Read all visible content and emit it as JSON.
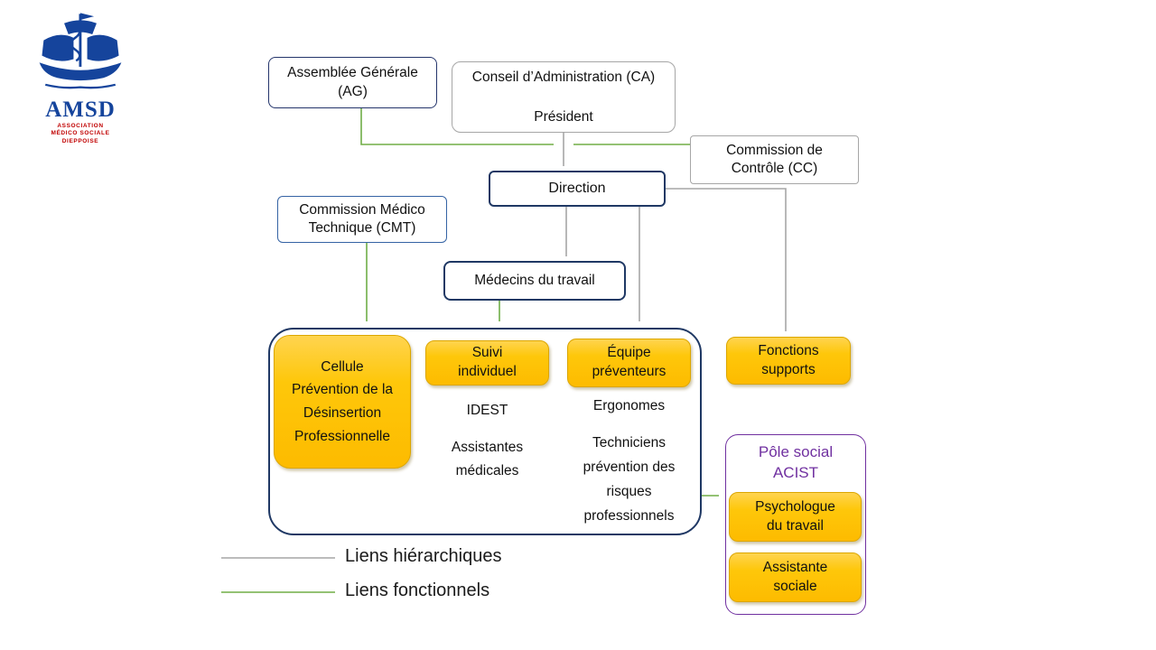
{
  "logo": {
    "title": "AMSD",
    "subtitle1": "ASSOCIATION",
    "subtitle2": "MÉDICO SOCIALE",
    "subtitle3": "DIEPPOISE"
  },
  "nodes": {
    "assemblee_generale": "Assemblée Générale (AG)",
    "conseil_administration": "Conseil d’Administration (CA)",
    "president": "Président",
    "commission_controle": "Commission de Contrôle (CC)",
    "direction": "Direction",
    "commission_medico": "Commission Médico Technique (CMT)",
    "medecins_travail": "Médecins du travail",
    "cellule_pdp": "Cellule Prévention de la Désinsertion Professionnelle",
    "suivi_individuel": "Suivi individuel",
    "idest": "IDEST",
    "assistantes_medicales": "Assistantes médicales",
    "equipe_preventeurs": "Équipe préventeurs",
    "ergonomes": "Ergonomes",
    "techniciens": "Techniciens prévention des risques professionnels",
    "fonctions_supports": "Fonctions supports",
    "pole_social": "Pôle social ACIST",
    "psychologue": "Psychologue du travail",
    "assistante_sociale": "Assistante sociale"
  },
  "legend": {
    "hierarchique": "Liens hiérarchiques",
    "fonctionnel": "Liens fonctionnels"
  },
  "colors": {
    "yellow": "#FFC000",
    "navy": "#1F3864",
    "blue": "#3563A4",
    "gray": "#A6A6A6",
    "green": "#70AD47",
    "purple": "#7030A0",
    "logo_blue": "#15449C",
    "logo_red": "#C00000"
  }
}
